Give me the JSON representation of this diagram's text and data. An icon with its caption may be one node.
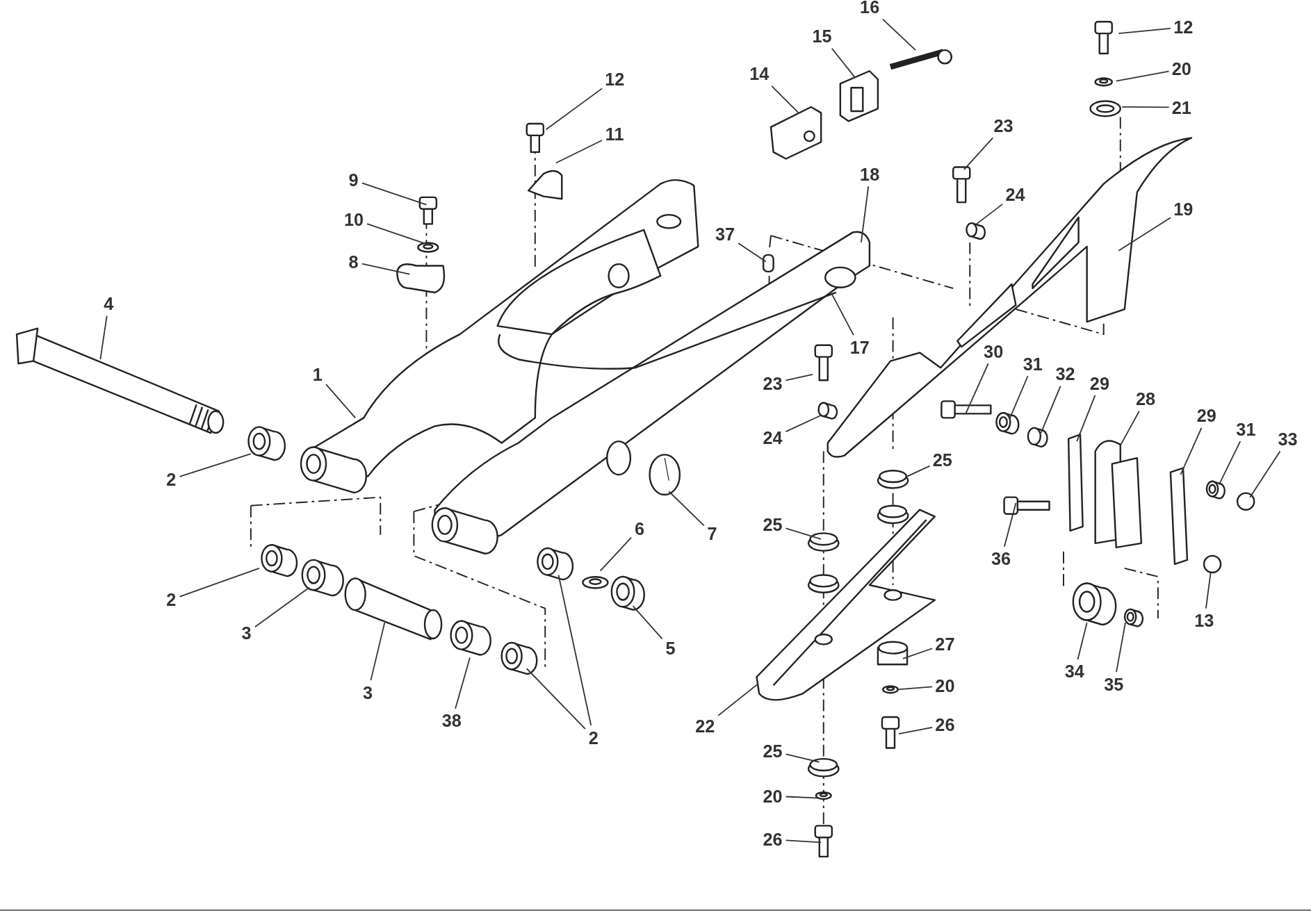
{
  "diagram": {
    "nodes": [
      {
        "text": [
          "16"
        ]
      },
      {
        "text": [
          "15"
        ]
      },
      {
        "text": [
          "14"
        ]
      },
      {
        "text": [
          "12"
        ]
      },
      {
        "text": [
          "20"
        ]
      },
      {
        "text": [
          "21"
        ]
      },
      {
        "text": [
          "12"
        ]
      },
      {
        "text": [
          "11"
        ]
      },
      {
        "text": [
          "23"
        ]
      },
      {
        "text": [
          "24"
        ]
      },
      {
        "text": [
          "18"
        ]
      },
      {
        "text": [
          "9"
        ]
      },
      {
        "text": [
          "10"
        ]
      },
      {
        "text": [
          "8"
        ]
      },
      {
        "text": [
          "37"
        ]
      },
      {
        "text": [
          "19"
        ]
      },
      {
        "text": [
          "4"
        ]
      },
      {
        "text": [
          "17"
        ]
      },
      {
        "text": [
          "1"
        ]
      },
      {
        "text": [
          "23"
        ]
      },
      {
        "text": [
          "30"
        ]
      },
      {
        "text": [
          "31"
        ]
      },
      {
        "text": [
          "32"
        ]
      },
      {
        "text": [
          "29"
        ]
      },
      {
        "text": [
          "28"
        ]
      },
      {
        "text": [
          "29"
        ]
      },
      {
        "text": [
          "31"
        ]
      },
      {
        "text": [
          "33"
        ]
      },
      {
        "text": [
          "24"
        ]
      },
      {
        "text": [
          "2"
        ]
      },
      {
        "text": [
          "25"
        ]
      },
      {
        "text": [
          "7"
        ]
      },
      {
        "text": [
          "6"
        ]
      },
      {
        "text": [
          "25"
        ]
      },
      {
        "text": [
          "36"
        ]
      },
      {
        "text": [
          "13"
        ]
      },
      {
        "text": [
          "2"
        ]
      },
      {
        "text": [
          "3"
        ]
      },
      {
        "text": [
          "5"
        ]
      },
      {
        "text": [
          "3"
        ]
      },
      {
        "text": [
          "34"
        ]
      },
      {
        "text": [
          "35"
        ]
      },
      {
        "text": [
          "27"
        ]
      },
      {
        "text": [
          "20"
        ]
      },
      {
        "text": [
          "22"
        ]
      },
      {
        "text": [
          "38"
        ]
      },
      {
        "text": [
          "2"
        ]
      },
      {
        "text": [
          "26"
        ]
      },
      {
        "text": [
          "25"
        ]
      },
      {
        "text": [
          "20"
        ]
      },
      {
        "text": [
          "26"
        ]
      }
    ],
    "edges": [
      {
        "from": 0,
        "to": null,
        "arrow": "none"
      },
      {
        "from": 1,
        "to": null,
        "arrow": "none"
      },
      {
        "from": 2,
        "to": null,
        "arrow": "none"
      },
      {
        "from": 3,
        "to": null,
        "arrow": "none"
      },
      {
        "from": 4,
        "to": null,
        "arrow": "none"
      },
      {
        "from": 5,
        "to": null,
        "arrow": "none"
      },
      {
        "from": 6,
        "to": null,
        "arrow": "none"
      },
      {
        "from": 7,
        "to": null,
        "arrow": "none"
      },
      {
        "from": 8,
        "to": null,
        "arrow": "none"
      },
      {
        "from": 9,
        "to": null,
        "arrow": "none"
      },
      {
        "from": 10,
        "to": null,
        "arrow": "none"
      },
      {
        "from": 11,
        "to": null,
        "arrow": "none"
      },
      {
        "from": 12,
        "to": null,
        "arrow": "none"
      },
      {
        "from": 13,
        "to": null,
        "arrow": "none"
      },
      {
        "from": 14,
        "to": null,
        "arrow": "none"
      },
      {
        "from": 15,
        "to": null,
        "arrow": "none"
      },
      {
        "from": 16,
        "to": null,
        "arrow": "none"
      },
      {
        "from": 17,
        "to": null,
        "arrow": "none"
      },
      {
        "from": 18,
        "to": null,
        "arrow": "none"
      },
      {
        "from": 19,
        "to": null,
        "arrow": "none"
      },
      {
        "from": 20,
        "to": null,
        "arrow": "none"
      },
      {
        "from": 21,
        "to": null,
        "arrow": "none"
      },
      {
        "from": 22,
        "to": null,
        "arrow": "none"
      },
      {
        "from": 23,
        "to": null,
        "arrow": "none"
      },
      {
        "from": 24,
        "to": null,
        "arrow": "none"
      },
      {
        "from": 25,
        "to": null,
        "arrow": "none"
      },
      {
        "from": 26,
        "to": null,
        "arrow": "none"
      },
      {
        "from": 27,
        "to": null,
        "arrow": "none"
      },
      {
        "from": 28,
        "to": null,
        "arrow": "none"
      },
      {
        "from": 29,
        "to": null,
        "arrow": "none"
      },
      {
        "from": 30,
        "to": null,
        "arrow": "none"
      },
      {
        "from": 31,
        "to": null,
        "arrow": "none"
      },
      {
        "from": 32,
        "to": null,
        "arrow": "none"
      },
      {
        "from": 33,
        "to": null,
        "arrow": "none"
      },
      {
        "from": 34,
        "to": null,
        "arrow": "none"
      },
      {
        "from": 35,
        "to": null,
        "arrow": "none"
      },
      {
        "from": 36,
        "to": null,
        "arrow": "none"
      },
      {
        "from": 37,
        "to": null,
        "arrow": "none"
      },
      {
        "from": 38,
        "to": null,
        "arrow": "none"
      },
      {
        "from": 39,
        "to": null,
        "arrow": "none"
      },
      {
        "from": 40,
        "to": null,
        "arrow": "none"
      },
      {
        "from": 41,
        "to": null,
        "arrow": "none"
      },
      {
        "from": 42,
        "to": null,
        "arrow": "none"
      },
      {
        "from": 43,
        "to": null,
        "arrow": "none"
      },
      {
        "from": 44,
        "to": null,
        "arrow": "none"
      },
      {
        "from": 45,
        "to": null,
        "arrow": "none"
      },
      {
        "from": 46,
        "to": null,
        "arrow": "none"
      },
      {
        "from": 46,
        "to": null,
        "arrow": "none"
      },
      {
        "from": 47,
        "to": null,
        "arrow": "none"
      },
      {
        "from": 48,
        "to": null,
        "arrow": "none"
      },
      {
        "from": 49,
        "to": null,
        "arrow": "none"
      },
      {
        "from": 50,
        "to": null,
        "arrow": "none"
      }
    ]
  }
}
